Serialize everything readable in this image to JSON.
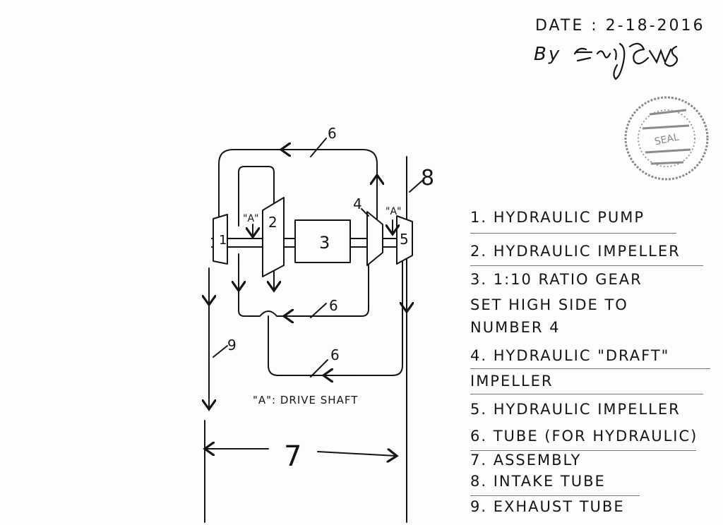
{
  "header": {
    "date_label": "DATE",
    "date_value": "2-18-2016",
    "author_prefix": "By",
    "author_signature": "Eric J Crews"
  },
  "diagram": {
    "components": {
      "c1": "1",
      "c2": "2",
      "c3": "3",
      "c4": "4",
      "c5": "5",
      "c6_top": "6",
      "c6_mid": "6",
      "c6_bottom": "6",
      "c7": "7",
      "c8": "8",
      "c9": "9"
    },
    "shaft_marker_left": "\"A\"",
    "shaft_marker_right": "\"A\"",
    "drive_shaft_note": "\"A\": DRIVE SHAFT"
  },
  "legend": {
    "items": [
      "1. HYDRAULIC PUMP",
      "2. HYDRAULIC IMPELLER",
      "3. 1:10 RATIO GEAR",
      "SET HIGH SIDE TO",
      "NUMBER 4",
      "4. HYDRAULIC \"DRAFT\"",
      "IMPELLER",
      "5. HYDRAULIC IMPELLER",
      "6. TUBE (FOR HYDRAULIC)",
      "7. ASSEMBLY",
      "8. INTAKE TUBE",
      "9. EXHAUST TUBE"
    ]
  },
  "stamp": {
    "seal_text": "SEAL"
  },
  "colors": {
    "ink": "#151515",
    "paper": "#fdfdfd",
    "stamp": "#8a8a8a"
  }
}
